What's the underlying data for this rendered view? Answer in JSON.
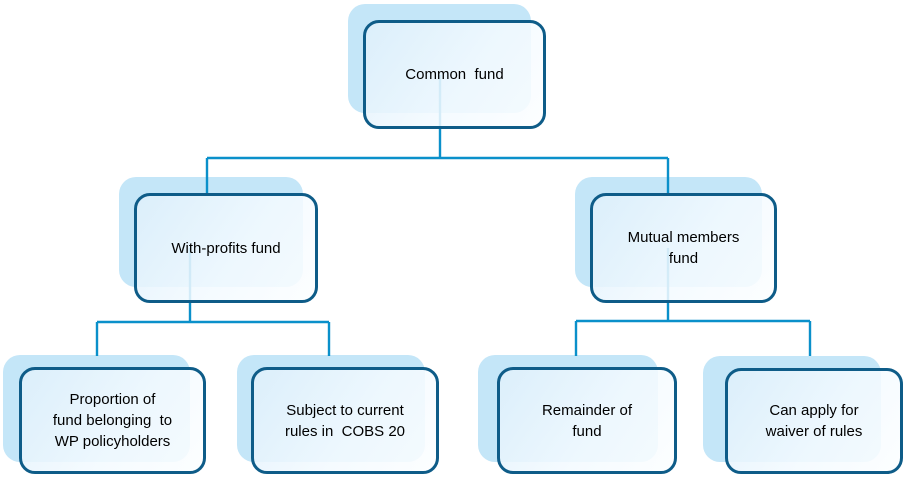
{
  "diagram": {
    "type": "hierarchy",
    "background": "#FFFFFF",
    "nodes": [
      {
        "id": "common",
        "label": "Common  fund"
      },
      {
        "id": "with_profits",
        "label": "With-profits fund"
      },
      {
        "id": "mutual",
        "label": "Mutual members\nfund"
      },
      {
        "id": "proportion",
        "label": "Proportion of\nfund belonging  to\nWP policyholders"
      },
      {
        "id": "cobs",
        "label": "Subject to current\nrules in  COBS 20"
      },
      {
        "id": "remainder",
        "label": "Remainder of\nfund"
      },
      {
        "id": "waiver",
        "label": "Can apply for\nwaiver of rules"
      }
    ],
    "edges": [
      {
        "from": "common",
        "to": "with_profits"
      },
      {
        "from": "common",
        "to": "mutual"
      },
      {
        "from": "with_profits",
        "to": "proportion"
      },
      {
        "from": "with_profits",
        "to": "cobs"
      },
      {
        "from": "mutual",
        "to": "remainder"
      },
      {
        "from": "mutual",
        "to": "waiver"
      }
    ],
    "colors": {
      "box_border": "#0E5C88",
      "connector": "#0A90CA",
      "node_shadow": "#C4E6F8",
      "box_fill_light": "#E1F1FB",
      "box_fill_white": "#FCFEFF",
      "text": "#000000"
    }
  }
}
